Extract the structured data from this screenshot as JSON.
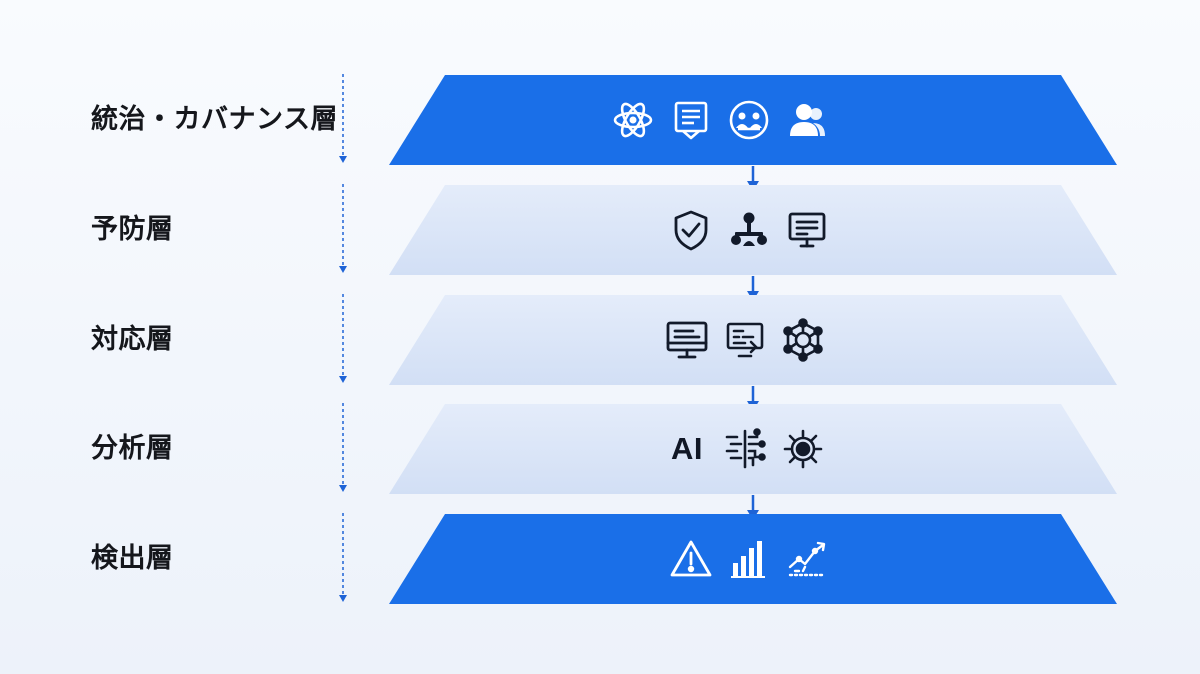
{
  "colors": {
    "accent_blue": "#1a6fe8",
    "light_plate": "#dbe6f8",
    "dark_icon": "#121a2a",
    "arrow_blue": "#1e63d6"
  },
  "layers": [
    {
      "label": "統治・カバナンス層",
      "style": "solid",
      "icons": [
        "atom-icon",
        "policy-document-icon",
        "meeting-group-icon",
        "users-icon"
      ]
    },
    {
      "label": "予防層",
      "style": "light",
      "icons": [
        "shield-check-icon",
        "hierarchy-icon",
        "monitor-document-icon"
      ]
    },
    {
      "label": "対応層",
      "style": "light",
      "icons": [
        "monitor-icon",
        "console-terminal-icon",
        "network-hub-icon"
      ]
    },
    {
      "label": "分析層",
      "text_icon": "AI",
      "style": "light",
      "icons": [
        "ai-text",
        "circuit-icon",
        "gear-target-icon"
      ]
    },
    {
      "label": "検出層",
      "style": "solid",
      "icons": [
        "warning-triangle-icon",
        "bar-chart-icon",
        "trend-line-icon"
      ]
    }
  ]
}
